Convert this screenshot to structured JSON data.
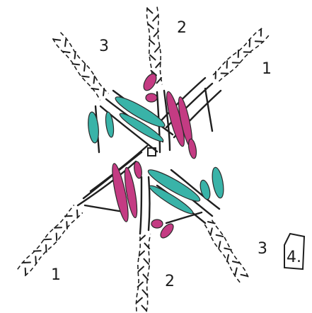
{
  "labels": {
    "top_left": "3",
    "top_center": "2",
    "top_right": "1",
    "bottom_left": "1",
    "bottom_center": "2",
    "bottom_right": "3",
    "step_number": "4."
  },
  "colors": {
    "ink": "#1f1f1f",
    "pink": "#c43b83",
    "teal": "#39b3a8",
    "background": "#ffffff"
  }
}
